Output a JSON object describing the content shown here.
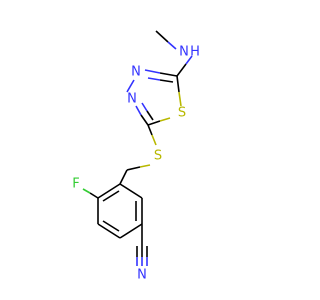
{
  "atoms": {
    "nh_label": "N",
    "nh_h_label": "H",
    "ring_n_top_label": "N",
    "ring_n_bottom_label": "N",
    "ring_s_label": "S",
    "thioether_s_label": "S",
    "fluorine_label": "F",
    "nitrile_n_label": "N"
  },
  "colors": {
    "nitrogen": "#3333ff",
    "sulfur": "#b8b800",
    "fluorine": "#33cc33",
    "carbon_bond": "#000000",
    "background": "#ffffff"
  }
}
